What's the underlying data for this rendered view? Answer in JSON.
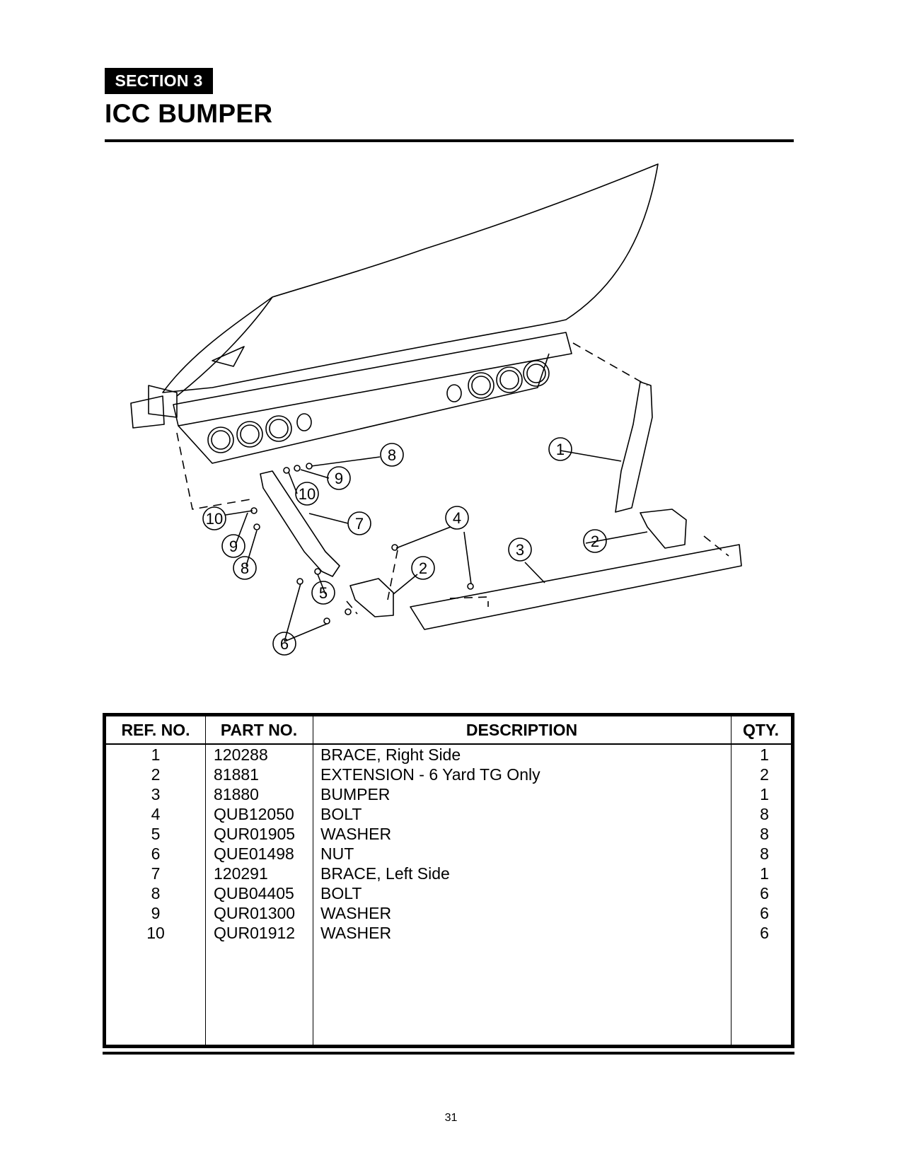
{
  "header": {
    "section": "SECTION 3",
    "title": "ICC BUMPER"
  },
  "diagram": {
    "callouts": [
      "1",
      "2",
      "2",
      "3",
      "4",
      "5",
      "6",
      "7",
      "8",
      "8",
      "9",
      "9",
      "10",
      "10"
    ]
  },
  "table": {
    "headers": {
      "ref": "REF. NO.",
      "part": "PART NO.",
      "description": "DESCRIPTION",
      "qty": "QTY."
    },
    "rows": [
      {
        "ref": "1",
        "part": "120288",
        "description": "BRACE, Right Side",
        "qty": "1"
      },
      {
        "ref": "2",
        "part": "81881",
        "description": "EXTENSION - 6 Yard TG Only",
        "qty": "2"
      },
      {
        "ref": "3",
        "part": "81880",
        "description": "BUMPER",
        "qty": "1"
      },
      {
        "ref": "4",
        "part": "QUB12050",
        "description": "BOLT",
        "qty": "8"
      },
      {
        "ref": "5",
        "part": "QUR01905",
        "description": "WASHER",
        "qty": "8"
      },
      {
        "ref": "6",
        "part": "QUE01498",
        "description": "NUT",
        "qty": "8"
      },
      {
        "ref": "7",
        "part": "120291",
        "description": "BRACE, Left Side",
        "qty": "1"
      },
      {
        "ref": "8",
        "part": "QUB04405",
        "description": "BOLT",
        "qty": "6"
      },
      {
        "ref": "9",
        "part": "QUR01300",
        "description": "WASHER",
        "qty": "6"
      },
      {
        "ref": "10",
        "part": "QUR01912",
        "description": "WASHER",
        "qty": "6"
      }
    ]
  },
  "footer": {
    "page_number": "31"
  }
}
